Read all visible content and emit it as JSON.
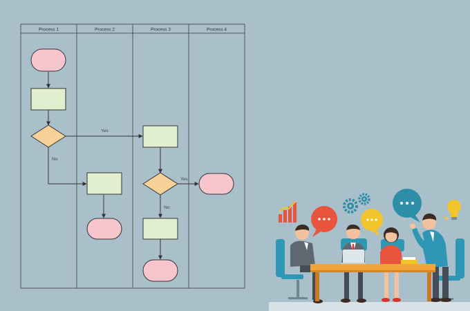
{
  "diagram": {
    "lanes": [
      {
        "header": "Process 1"
      },
      {
        "header": "Process 2"
      },
      {
        "header": "Process 3"
      },
      {
        "header": "Process 4"
      }
    ],
    "edge_labels": {
      "yes_top": "Yes",
      "no_left": "No",
      "yes_right": "Yes",
      "no_bottom": "No"
    },
    "colors": {
      "terminal_fill": "#f6c6cc",
      "process_fill": "#e1efcf",
      "decision_fill": "#f8d199",
      "stroke": "#333333",
      "lane_line": "#555555"
    }
  },
  "illustration": {
    "speech_bubble_icon": "ellipsis-bubble-icon",
    "gear_icon": "gear-icon",
    "lightbulb_icon": "lightbulb-icon",
    "growth_chart_icon": "bar-chart-arrow-icon",
    "colors": {
      "bubble_red": "#e8553f",
      "bubble_yellow": "#f3c52d",
      "bubble_blue": "#2e8ea6",
      "table_top": "#f2a33a",
      "chair_teal": "#2f97b4"
    }
  }
}
